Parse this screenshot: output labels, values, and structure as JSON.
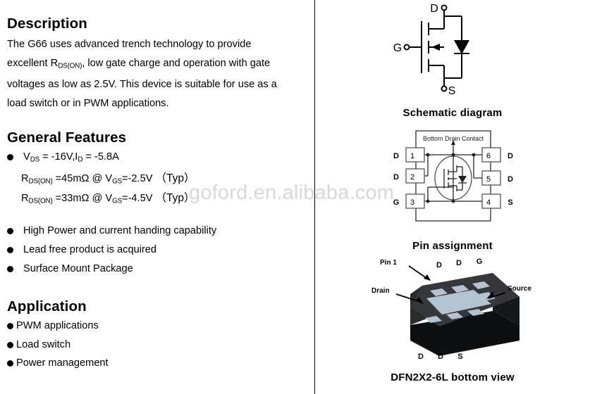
{
  "document": {
    "part_name": "G66",
    "package": "DFN2X2-6L"
  },
  "description": {
    "heading": "Description",
    "line1_a": "The G66 uses advanced trench technology to provide",
    "line2_a": "excellent R",
    "line2_sub": "DS(ON)",
    "line2_b": ", low gate charge and operation with gate",
    "line3": "voltages as low as 2.5V. This device is suitable for use as a",
    "line4": "load switch or in PWM applications."
  },
  "features": {
    "heading": "General Features",
    "line1": {
      "v_label": "V",
      "v_sub": "DS",
      "v_value": " = -16V,",
      "i_label": "I",
      "i_sub": "D",
      "i_value": " = -5.8A"
    },
    "rds": [
      {
        "r_label": "R",
        "r_sub": "DS(ON)",
        "eq": " =45mΩ @ V",
        "gs_sub": "GS",
        "gs_value": "=-2.5V",
        "typ": "（Typ）"
      },
      {
        "r_label": "R",
        "r_sub": "DS(ON)",
        "eq": " =33mΩ @ V",
        "gs_sub": "GS",
        "gs_value": "=-4.5V",
        "typ": "（Typ）"
      }
    ],
    "bullets": [
      "High Power and current handing capability",
      "Lead free product is acquired",
      "Surface Mount Package"
    ]
  },
  "application": {
    "heading": "Application",
    "items": [
      "PWM applications",
      "Load switch",
      "Power management"
    ]
  },
  "watermark": {
    "text": "goford.en.alibaba.com",
    "color": "#d8d8d8"
  },
  "schematic": {
    "caption": "Schematic diagram",
    "terminals": {
      "drain": "D",
      "gate": "G",
      "source": "S"
    }
  },
  "pin_assignment": {
    "caption": "Pin assignment",
    "note": "Bottom Drain Contact",
    "pins_left": [
      {
        "number": "1",
        "label": "D"
      },
      {
        "number": "2",
        "label": "D"
      },
      {
        "number": "3",
        "label": "G"
      }
    ],
    "pins_right": [
      {
        "number": "6",
        "label": "D"
      },
      {
        "number": "5",
        "label": "D"
      },
      {
        "number": "4",
        "label": "S"
      }
    ]
  },
  "package_view": {
    "caption": "DFN2X2-6L bottom view",
    "callouts": {
      "pin1": "Pin 1",
      "drain": "Drain",
      "source": "Source"
    },
    "top_pads": [
      "D",
      "D",
      "G"
    ],
    "bottom_pads": [
      "D",
      "D",
      "S"
    ],
    "colors": {
      "body_dark": "#2f3032",
      "body_mid": "#3d3f42",
      "body_side": "#171819",
      "pad": "#b3c3d2"
    }
  }
}
